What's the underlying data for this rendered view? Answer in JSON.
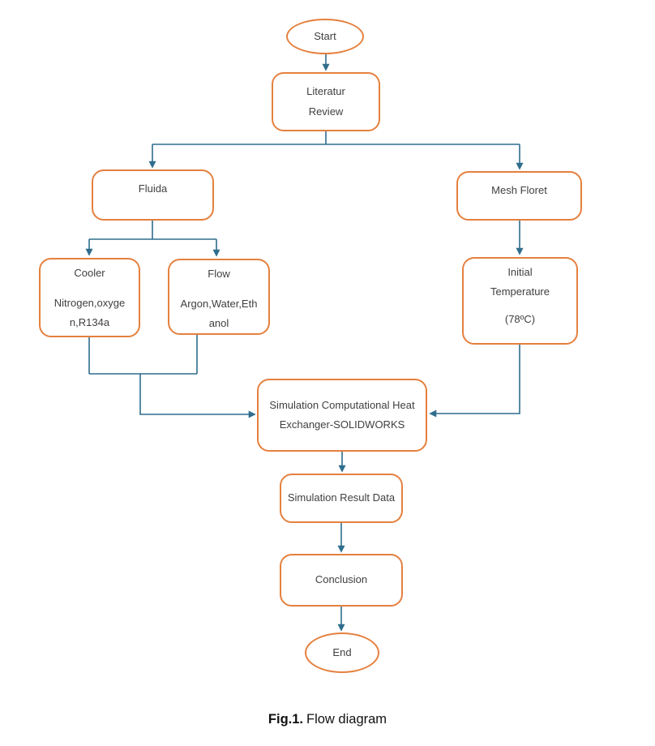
{
  "figure": {
    "caption": {
      "label": "Fig.1.",
      "text": "Flow diagram"
    }
  },
  "colors": {
    "node_border": "#E5803E",
    "connector_line": "#2F6D8E",
    "node_text": "#3F3F3F",
    "caption_text": "#111111",
    "background": "#FFFFFF"
  },
  "flowchart": {
    "nodes": {
      "start": {
        "label": "Start"
      },
      "literature_review": {
        "label": "Literatur Review"
      },
      "fluida": {
        "label": "Fluida"
      },
      "mesh_floret": {
        "label": "Mesh Floret"
      },
      "cooler": {
        "title": "Cooler",
        "items": "Nitrogen,oxygen,R134a"
      },
      "flow": {
        "title": "Flow",
        "items": "Argon,Water,Ethanol"
      },
      "initial_temperature": {
        "title": "Initial Temperature",
        "value": "(78ºC)"
      },
      "simulation": {
        "label": "Simulation Computational Heat Exchanger-SOLIDWORKS"
      },
      "simulation_result": {
        "label": "Simulation Result Data"
      },
      "conclusion": {
        "label": "Conclusion"
      },
      "end": {
        "label": "End"
      }
    }
  }
}
